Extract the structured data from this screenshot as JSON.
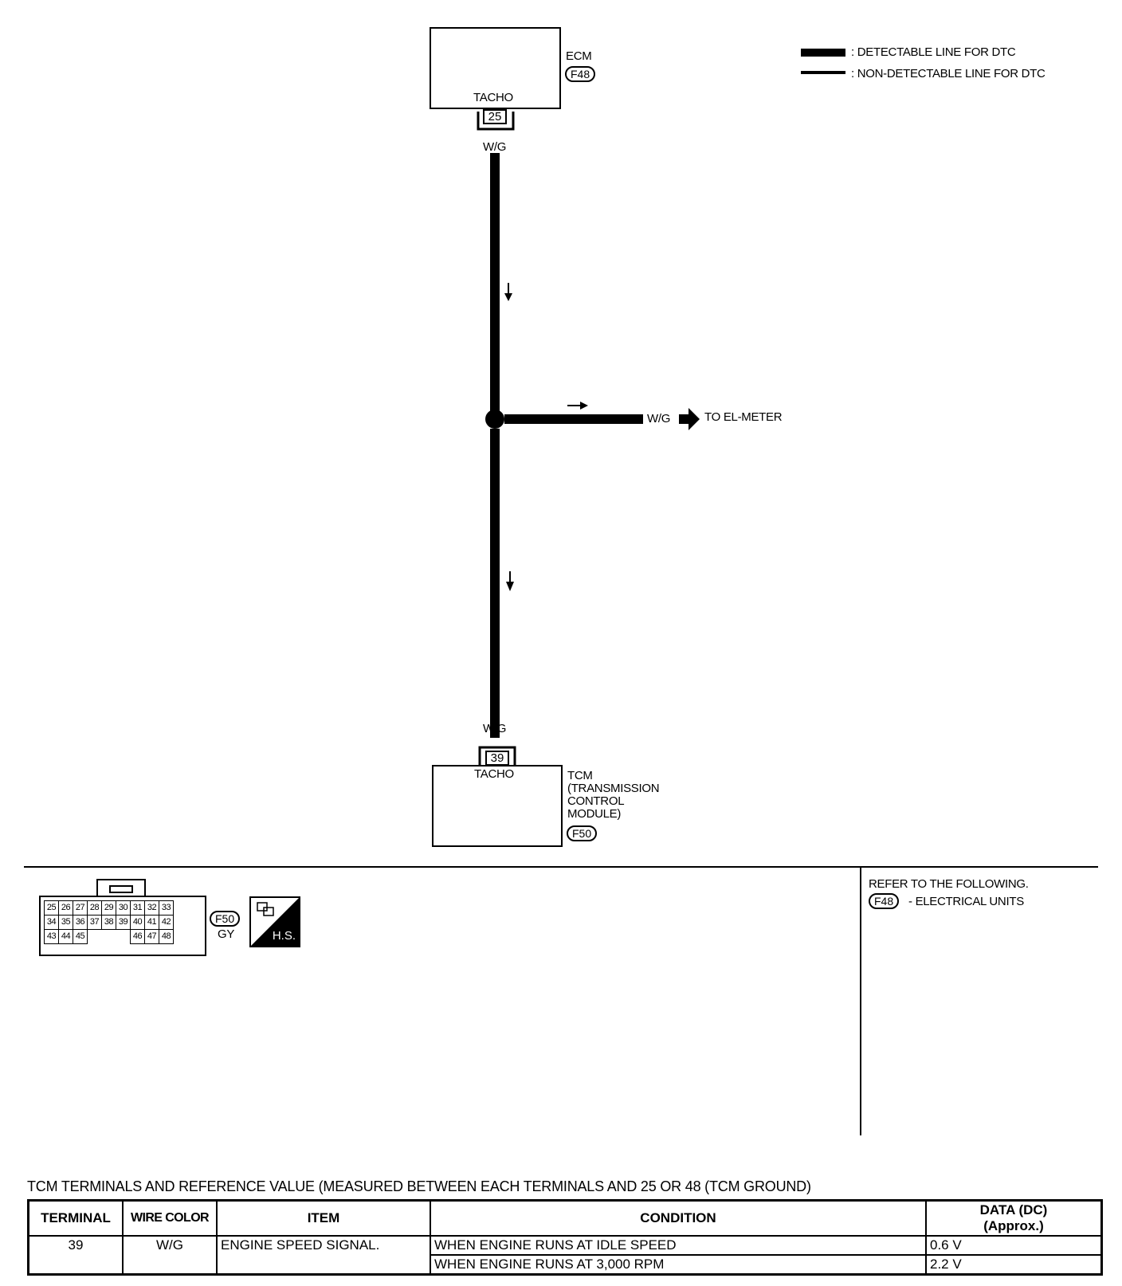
{
  "legend": {
    "detectable": ": DETECTABLE LINE FOR DTC",
    "non_detectable": ": NON-DETECTABLE LINE FOR DTC"
  },
  "ecm": {
    "name": "ECM",
    "connector": "F48",
    "pin_label": "TACHO",
    "pin": "25",
    "wire": "W/G"
  },
  "branch": {
    "wire": "W/G",
    "destination": "TO EL-METER"
  },
  "tcm": {
    "wire": "W/G",
    "pin": "39",
    "pin_label": "TACHO",
    "name_line1": "TCM",
    "name_line2": "(TRANSMISSION",
    "name_line3": "CONTROL",
    "name_line4": "MODULE)",
    "connector": "F50"
  },
  "connector_view": {
    "id": "F50",
    "color": "GY",
    "badge": "H.S.",
    "rows": [
      [
        "25",
        "26",
        "27",
        "28",
        "29",
        "30",
        "31",
        "32",
        "33"
      ],
      [
        "34",
        "35",
        "36",
        "37",
        "38",
        "39",
        "40",
        "41",
        "42"
      ],
      [
        "43",
        "44",
        "45",
        "",
        "",
        "",
        "46",
        "47",
        "48"
      ]
    ]
  },
  "refer": {
    "title": "REFER TO THE FOLLOWING.",
    "connector": "F48",
    "text": "- ELECTRICAL UNITS"
  },
  "table": {
    "caption": "TCM TERMINALS AND REFERENCE VALUE (MEASURED BETWEEN EACH TERMINALS AND 25 OR 48 (TCM GROUND)",
    "headers": {
      "terminal": "TERMINAL",
      "wire_color": "WIRE COLOR",
      "item": "ITEM",
      "condition": "CONDITION",
      "data_line1": "DATA (DC)",
      "data_line2": "(Approx.)"
    },
    "row": {
      "terminal": "39",
      "wire_color": "W/G",
      "item": "ENGINE SPEED SIGNAL.",
      "condition1": "WHEN ENGINE RUNS AT IDLE SPEED",
      "data1": "0.6 V",
      "condition2": "WHEN ENGINE RUNS AT 3,000 RPM",
      "data2": "2.2 V"
    }
  }
}
